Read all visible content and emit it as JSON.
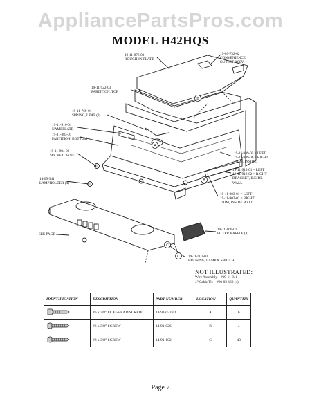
{
  "watermark": "AppliancePartsPros.com",
  "title": "MODEL H42HQS",
  "labels": [
    {
      "id": "rough-in-plate",
      "lines": [
        "19-11-876-03",
        "ROUGH-IN PLATE"
      ]
    },
    {
      "id": "outlet-assy",
      "lines": [
        "19-09-732-02",
        "CONVENIENCE",
        "OUTLET ASSY."
      ]
    },
    {
      "id": "partition-top",
      "lines": [
        "19-11-922-03",
        "PARTITION, TOP"
      ]
    },
    {
      "id": "spring-leaf",
      "lines": [
        "19-11-769-01",
        "SPRING, LEAF (3)"
      ]
    },
    {
      "id": "nameplate",
      "lines": [
        "19-11-910-01",
        "NAMEPLATE"
      ]
    },
    {
      "id": "partition-bottom",
      "lines": [
        "19-11-883-01",
        "PARTITION, BOTTOM"
      ]
    },
    {
      "id": "socket-panel",
      "lines": [
        "19-11-904-02",
        "SOCKET, PANEL"
      ]
    },
    {
      "id": "lampholder",
      "lines": [
        "14-09-941",
        "LAMPHOLDER (4)"
      ]
    },
    {
      "id": "trim-inside",
      "lines": [
        "19-11-909-05 = LEFT",
        "19-11-909-06 = RIGHT",
        "TRIM, INSIDE"
      ]
    },
    {
      "id": "bracket-trim",
      "lines": [
        "19-11-912-01 = LEFT",
        "19-11-912-02 = RIGHT",
        "BRACKET, INSIDE",
        "WALL"
      ]
    },
    {
      "id": "trim-inside-wall",
      "lines": [
        "19-11-903-01 = LEFT",
        "19-11-903-02 = RIGHT",
        "TRIM, INSIDE WALL"
      ]
    },
    {
      "id": "filter-baffle",
      "lines": [
        "19-11-860-01",
        "FILTER BAFFLE (4)"
      ]
    },
    {
      "id": "see-page",
      "lines": [
        "SEE PAGE 4"
      ]
    },
    {
      "id": "housing",
      "lines": [
        "19-11-902-03",
        "HOUSING, LAMP & SWITCH"
      ]
    }
  ],
  "callouts": [
    "A",
    "B",
    "C"
  ],
  "not_illustrated": {
    "heading": "NOT ILLUSTRATED:",
    "lines": [
      "Wire Assembly—#19-11-941",
      "4\" Cable Tie—#20-02-160 (4)"
    ]
  },
  "table": {
    "headers": [
      "IDENTIFICATION",
      "DESCRIPTION",
      "PART NUMBER",
      "LOCATION",
      "QUANTITY"
    ],
    "rows": [
      {
        "icon": "flat-head-screw-icon",
        "description": "#6 x 3/8\" FLAT-HEAD SCREW",
        "part": "14-91-052-01",
        "location": "A",
        "quantity": "6"
      },
      {
        "icon": "screw-icon",
        "description": "#6 x 3/8\" SCREW",
        "part": "14-91-026",
        "location": "B",
        "quantity": "4"
      },
      {
        "icon": "screw-icon",
        "description": "#8 x 3/8\" SCREW",
        "part": "14-91-102",
        "location": "C",
        "quantity": "40"
      }
    ]
  },
  "page_label": "Page 7"
}
